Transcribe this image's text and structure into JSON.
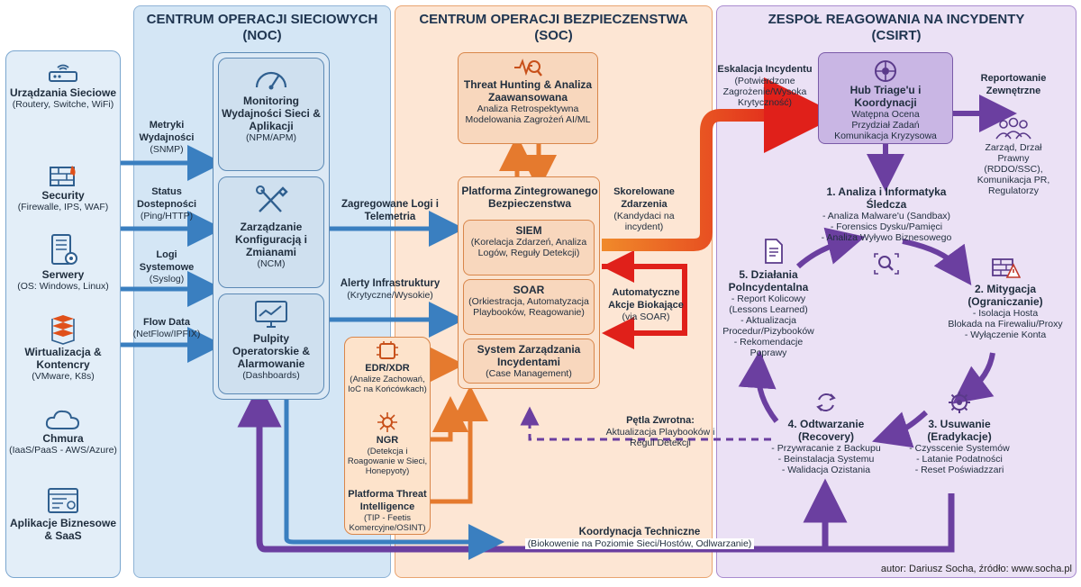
{
  "columns": {
    "noc": {
      "title1": "CENTRUM OPERACJI SIECIOWYCH",
      "title2": "(NOC)"
    },
    "soc": {
      "title1": "CENTRUM OPERACJI BEZPIECZENSTWA",
      "title2": "(SOC)"
    },
    "csirt": {
      "title1": "ZESPOŁ REAGOWANIA NA INCYDENTY",
      "title2": "(CSIRT)"
    }
  },
  "sources": [
    {
      "title": "Urządzania Sieciowe",
      "sub": "(Routery, Switche, WiFi)",
      "icon": "router-icon"
    },
    {
      "title": "Security",
      "sub": "(Firewalle, IPS, WAF)",
      "icon": "firewall-icon"
    },
    {
      "title": "Serwery",
      "sub": "(OS: Windows, Linux)",
      "icon": "server-icon"
    },
    {
      "title": "Wirtualizacja & Kontencry",
      "sub": "(VMware, K8s)",
      "icon": "stack-icon"
    },
    {
      "title": "Chmura",
      "sub": "(IaaS/PaaS - AWS/Azure)",
      "icon": "cloud-icon"
    },
    {
      "title": "Aplikacje Biznesowe & SaaS",
      "sub": "",
      "icon": "app-window-icon"
    }
  ],
  "source_flows": [
    {
      "label": "Metryki Wydajności",
      "sub": "(SNMP)"
    },
    {
      "label": "Status Dostepności",
      "sub": "(Ping/HTTP)"
    },
    {
      "label": "Logi Systemowe",
      "sub": "(Syslog)"
    },
    {
      "label": "Flow Data",
      "sub": "(NetFlow/IPFIX)"
    }
  ],
  "noc_boxes": [
    {
      "title": "Monitoring Wydajności Sieci & Aplikacji",
      "sub": "(NPM/APM)",
      "icon": "gauge-icon"
    },
    {
      "title": "Zarządzanie Konfiguracją i Zmianami",
      "sub": "(NCM)",
      "icon": "tools-icon"
    },
    {
      "title": "Pulpity Operatorskie & Alarmowanie",
      "sub": "(Dashboards)",
      "icon": "monitor-chart-icon"
    }
  ],
  "noc_soc_flows": [
    {
      "label": "Zagregowane Logi i Telemetria",
      "sub": ""
    },
    {
      "label": "Alerty Infrastruktury",
      "sub": "(Krytyczne/Wysokie)"
    }
  ],
  "soc": {
    "threat_hunting": {
      "title": "Threat Hunting & Analiza Zaawansowana",
      "sub": "Analiza Retrospektywna Modelowania Zagrożeń AI/ML",
      "icon": "pulse-search-icon"
    },
    "platform_title": "Platforma Zintegrowanego Bezpieczenstwa",
    "siem": {
      "title": "SIEM",
      "sub": "(Korelacja Zdarzeń, Analiza Logów, Reguły Detekcji)"
    },
    "soar": {
      "title": "SOAR",
      "sub": "(Orkiestracja, Automatyzacja Playbooków, Reagowanie)"
    },
    "case": {
      "title": "System Zarządzania Incydentami",
      "sub": "(Case Management)"
    },
    "edr": {
      "title": "EDR/XDR",
      "sub": "(Analize Zachowań, IoC na Końcówkach)",
      "icon": "chip-icon"
    },
    "ngr": {
      "title": "NGR",
      "sub": "(Detekcja i Roagowanie w Sieci, Honepyoty)",
      "icon": "network-node-icon"
    },
    "tip": {
      "title": "Platforma Threat Intelligence",
      "sub": "(TIP - Feetis Komercyjne/OSINT)"
    }
  },
  "soc_flows": {
    "correlated": {
      "label": "Skorelowane Zdarzenia",
      "sub": "(Kandydaci na incydent)"
    },
    "auto": {
      "label": "Automatyczne Akcje Biokające",
      "sub": "(via SOAR)"
    },
    "escalation": {
      "label": "Eskalacja Incydentu",
      "sub": "(Potwierdzone Zagrożenie/Wysoka Krytyczność)"
    },
    "feedback": {
      "label": "Pętla Zwrotna:",
      "sub": "Aktualizacja Playbooków i Regul Detekcji"
    }
  },
  "csirt": {
    "hub": {
      "title": "Hub Triage'u i Koordynacji",
      "lines": [
        "Watępna Ocena",
        "Przydział Zadań",
        "Komunikacja Kryzysowa"
      ],
      "icon": "hub-icon"
    },
    "reporting": {
      "label": "Reportowanie Zewnętrzne",
      "targets": "Zarząd, Drzał Prawny (RDDO/SSC), Komunikacja PR, Regulatorzy"
    },
    "step1": {
      "title": "1. Analiza i Informatyka Śledcza",
      "items": [
        "- Analiza Malware'u (Sandbax)",
        "- Forensics Dysku/Pamięci",
        "- Analiza Wyływo Biznesowego"
      ]
    },
    "step2": {
      "title": "2. Mitygacja",
      "title2": "(Ograniczanie)",
      "items": [
        "- Isolacja Hosta",
        "Blokada na Firewaliu/Proxy",
        "- Wyłączenie Konta"
      ]
    },
    "step3": {
      "title": "3. Usuwanie",
      "title2": "(Eradykacje)",
      "items": [
        "- Czysscenie Systemów",
        "- Latanie Podatności",
        "- Reset Poświadzzari"
      ]
    },
    "step4": {
      "title": "4. Odtwarzanie",
      "title2": "(Recovery)",
      "items": [
        "- Przywracanie z Backupu",
        "- Beinstalacja Systemu",
        "- Walidacja Ozistania"
      ]
    },
    "step5": {
      "title": "5. Działania Polncydentalna",
      "items": [
        "- Report Kolicowy",
        "(Lessons Learned)",
        "- Aktualizacja",
        "Procedur/Pizybooków",
        "- Rekomendacje",
        "Poprawy"
      ]
    }
  },
  "bottom": {
    "label": "Koordynacja Techniczne",
    "sub": "(Biokowenie na Poziomie Sieci/Hostów, Odlwarzanie)"
  },
  "credit": "autor: Dariusz Socha, źródło: www.socha.pl",
  "colors": {
    "noc": "#cfe3f3",
    "soc": "#fde4d0",
    "csirt": "#e7ddf2",
    "blue_arrow": "#3a7fc0",
    "orange_arrow": "#e57a2e",
    "red_arrow": "#e0201a",
    "purple_arrow": "#6b3fa0"
  }
}
